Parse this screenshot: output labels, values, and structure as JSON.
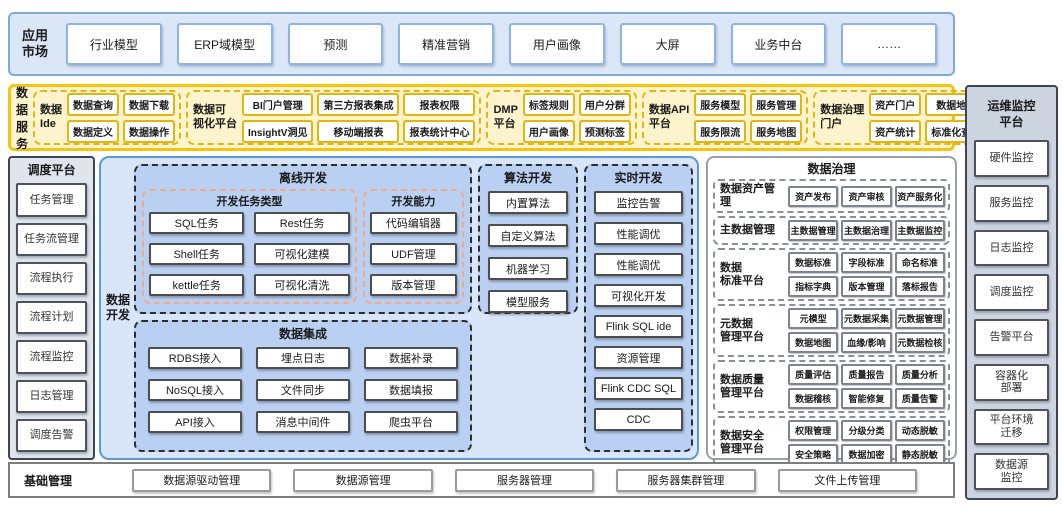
{
  "colors": {
    "app_band_bg": "#dbe7f7",
    "app_border": "#7fa8e0",
    "service_band_bg": "#fdf3cd",
    "service_border": "#f5c411",
    "panel_dark_border": "#3e4450",
    "scheduler_bg": "#dfe4ed",
    "center_bg": "#d9e5f8",
    "center_border": "#5b9bd5",
    "section_bg": "#b9d0f2",
    "salmon_border": "#f2a988",
    "ops_bg": "#ccd4df",
    "governance_border": "#9aa0a8"
  },
  "app_market": {
    "label": "应用\n市场",
    "items": [
      "行业模型",
      "ERP域模型",
      "预测",
      "精准营销",
      "用户画像",
      "大屏",
      "业务中台",
      "……"
    ]
  },
  "services": {
    "label": "数据\n服务",
    "groups": [
      {
        "label": "数据\nIde",
        "items": [
          "数据查询",
          "数据下载",
          "数据定义",
          "数据操作"
        ]
      },
      {
        "label": "数据可\n视化平台",
        "items": [
          "BI门户管理",
          "第三方报表集成",
          "报表权限",
          "InsightV洞见",
          "移动端报表",
          "报表统计中心"
        ]
      },
      {
        "label": "DMP\n平台",
        "items": [
          "标签规则",
          "用户分群",
          "用户画像",
          "预测标签"
        ]
      },
      {
        "label": "数据API\n平台",
        "items": [
          "服务模型",
          "服务管理",
          "服务限流",
          "服务地图"
        ]
      },
      {
        "label": "数据治理\n门户",
        "items": [
          "资产门户",
          "数据地图",
          "资产统计",
          "标准化查询"
        ]
      }
    ]
  },
  "scheduler": {
    "title": "调度平台",
    "items": [
      "任务管理",
      "任务流管理",
      "流程执行",
      "流程计划",
      "流程监控",
      "日志管理",
      "调度告警"
    ]
  },
  "data_dev": {
    "label": "数据\n开发",
    "offline": {
      "title": "离线开发",
      "task_types": {
        "title": "开发任务类型",
        "items": [
          "SQL任务",
          "Rest任务",
          "Shell任务",
          "可视化建模",
          "kettle任务",
          "可视化清洗"
        ]
      },
      "capabilities": {
        "title": "开发能力",
        "items": [
          "代码编辑器",
          "UDF管理",
          "版本管理"
        ]
      }
    },
    "integration": {
      "title": "数据集成",
      "items": [
        "RDBS接入",
        "埋点日志",
        "数据补录",
        "NoSQL接入",
        "文件同步",
        "数据填报",
        "API接入",
        "消息中间件",
        "爬虫平台"
      ]
    },
    "algorithm": {
      "title": "算法开发",
      "items": [
        "内置算法",
        "自定义算法",
        "机器学习",
        "模型服务"
      ]
    },
    "realtime": {
      "title": "实时开发",
      "items": [
        "监控告警",
        "性能调优",
        "性能调优",
        "可视化开发",
        "Flink SQL ide",
        "资源管理",
        "Flink CDC SQL",
        "CDC"
      ]
    }
  },
  "governance": {
    "title": "数据治理",
    "sections": [
      {
        "label": "数据资产管理",
        "items": [
          "资产发布",
          "资产审核",
          "资产服务化"
        ]
      },
      {
        "label": "主数据管理",
        "items": [
          "主数据管理",
          "主数据治理",
          "主数据监控"
        ]
      },
      {
        "label": "数据\n标准平台",
        "items": [
          "数据标准",
          "字段标准",
          "命名标准",
          "指标字典",
          "版本管理",
          "落标报告"
        ]
      },
      {
        "label": "元数据\n管理平台",
        "items": [
          "元模型",
          "元数据采集",
          "元数据管理",
          "数据地图",
          "血缘/影响",
          "元数据检核"
        ]
      },
      {
        "label": "数据质量\n管理平台",
        "items": [
          "质量评估",
          "质量报告",
          "质量分析",
          "数据稽核",
          "智能修复",
          "质量告警"
        ]
      },
      {
        "label": "数据安全\n管理平台",
        "items": [
          "权限管理",
          "分级分类",
          "动态脱敏",
          "安全策略",
          "数据加密",
          "静态脱敏"
        ]
      }
    ]
  },
  "ops_monitor": {
    "title": "运维监控\n平台",
    "items": [
      "硬件监控",
      "服务监控",
      "日志监控",
      "调度监控",
      "告警平台",
      "容器化\n部署",
      "平台环境\n迁移",
      "数据源\n监控"
    ]
  },
  "base_mgmt": {
    "label": "基础管理",
    "items": [
      "数据源驱动管理",
      "数据源管理",
      "服务器管理",
      "服务器集群管理",
      "文件上传管理"
    ]
  }
}
